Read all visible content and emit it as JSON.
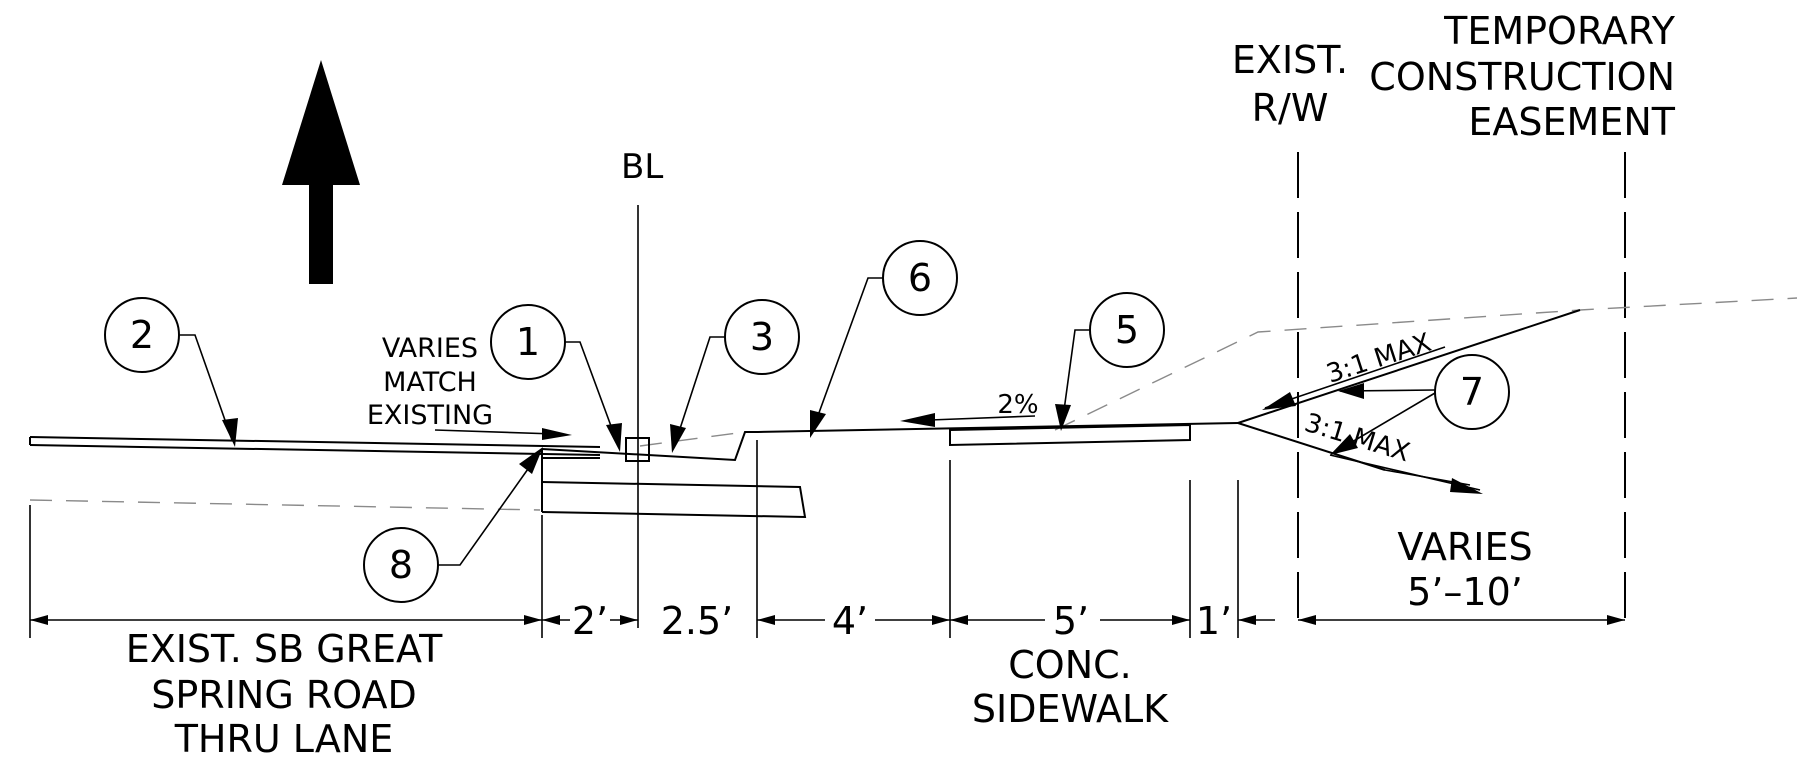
{
  "labels": {
    "tce": [
      "TEMPORARY",
      "CONSTRUCTION",
      "EASEMENT"
    ],
    "exist_rw": [
      "EXIST.",
      "R/W"
    ],
    "baseline": "BL",
    "varies_match": [
      "VARIES",
      "MATCH",
      "EXISTING"
    ],
    "slope_pct": "2%",
    "slope_upper": "3:1 MAX",
    "slope_lower": "3:1 MAX",
    "varies_width": [
      "VARIES",
      "5’–10’"
    ],
    "road": [
      "EXIST. SB GREAT",
      "SPRING ROAD",
      "THRU LANE"
    ],
    "sidewalk": [
      "CONC.",
      "SIDEWALK"
    ]
  },
  "dimensions": {
    "seg_2": "2’",
    "seg_2_5": "2.5’",
    "seg_4": "4’",
    "seg_5": "5’",
    "seg_1": "1’"
  },
  "callouts": [
    "1",
    "2",
    "3",
    "5",
    "6",
    "7",
    "8"
  ],
  "icons": {
    "north_arrow": "up-arrow-icon"
  },
  "colors": {
    "ink": "#000000",
    "ghost_line": "#8a8a8a",
    "background": "#ffffff"
  }
}
